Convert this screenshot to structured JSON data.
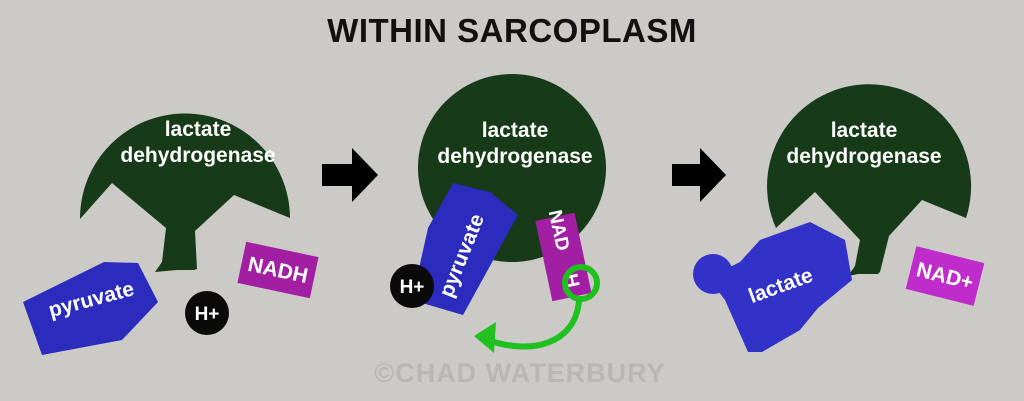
{
  "title": "WITHIN SARCOPLASM",
  "watermark": "©CHAD WATERBURY",
  "enzyme_line1": "lactate",
  "enzyme_line2": "dehydrogenase",
  "labels": {
    "pyruvate": "pyruvate",
    "nadh": "NADH",
    "nadh_vertical_top": "NAD",
    "nadh_vertical_h": "H",
    "proton": "H+",
    "lactate": "lactate",
    "nad_plus": "NAD+"
  },
  "colors": {
    "background": "#cbcac6",
    "enzyme": "#173a18",
    "pyruvate": "#2b2bbd",
    "lactate": "#3232c8",
    "nadh": "#a21fa4",
    "nad_plus": "#c02ccc",
    "proton": "#0a0a0a",
    "arrow": "#000000",
    "transfer_arrow": "#1fc01f",
    "title": "#111111",
    "watermark": "#b8b7b3"
  }
}
